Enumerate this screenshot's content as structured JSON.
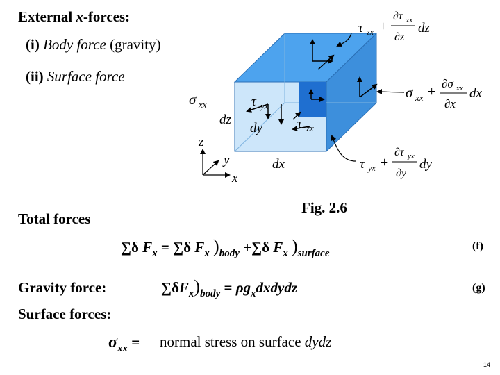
{
  "slide": {
    "heading_line1": {
      "prefix": "External ",
      "var": "x",
      "suffix": "-forces:"
    },
    "item_i": {
      "num": "(i) ",
      "name": "Body force",
      "detail": " (gravity)"
    },
    "item_ii": {
      "num": "(ii) ",
      "name": "Surface force"
    },
    "total_label": "Total forces",
    "gravity_label": "Gravity force:",
    "surface_label": "Surface forces:",
    "eq_f_tag": "(f)",
    "eq_g_tag": "(g)",
    "normal_stress_text": "normal stress on surface",
    "normal_stress_surface": "dydz",
    "page_number": "14"
  },
  "figure": {
    "caption": "Fig. 2.6",
    "colors": {
      "cube_top": "#4da3ee",
      "cube_side": "#3d8fdc",
      "cube_front": "#cde6fa",
      "patch": "#1f6fd0"
    },
    "labels": {
      "sigma": "σ",
      "xx": "xx",
      "zx": "zx",
      "yx": "yx",
      "dx": "dx",
      "dy": "dy",
      "dz": "dz",
      "x": "x",
      "y": "y",
      "z": "z",
      "tau": "τ",
      "plus": "+",
      "partial": "∂"
    }
  },
  "equations": {
    "f": {
      "sum": "∑",
      "delta": "δ",
      "F": "F",
      "x": "x",
      "eq": "=",
      "plus": "+",
      "paren": ")",
      "body": "body",
      "surface": "surface"
    },
    "g": {
      "sum": "∑",
      "delta": "δ",
      "F": "F",
      "x": "x",
      "eq": "=",
      "paren": ")",
      "body": "body",
      "rho": "ρ",
      "g": "g",
      "rest": "dxdydz"
    },
    "sxx": {
      "sigma": "σ",
      "sub": "xx",
      "eq": "="
    }
  }
}
